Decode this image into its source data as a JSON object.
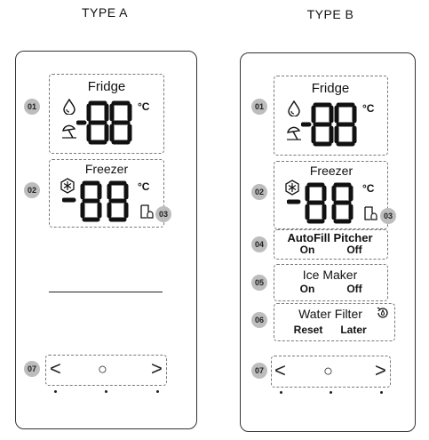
{
  "type_a": {
    "title": "TYPE A",
    "fridge_label": "Fridge",
    "freezer_label": "Freezer",
    "unit": "°C",
    "callouts": [
      "01",
      "02",
      "03",
      "07"
    ]
  },
  "type_b": {
    "title": "TYPE B",
    "fridge_label": "Fridge",
    "freezer_label": "Freezer",
    "unit": "°C",
    "autofill": {
      "title": "AutoFill Pitcher",
      "on": "On",
      "off": "Off"
    },
    "icemaker": {
      "title": "Ice Maker",
      "on": "On",
      "off": "Off"
    },
    "waterfilter": {
      "title": "Water Filter",
      "reset": "Reset",
      "later": "Later"
    },
    "callouts": [
      "01",
      "02",
      "03",
      "04",
      "05",
      "06",
      "07"
    ]
  },
  "nav": {
    "prev": "<",
    "center": "○",
    "next": ">"
  },
  "icons": [
    "water-drop-icon",
    "vacation-umbrella-icon",
    "snowflake-icon",
    "door-alarm-icon",
    "filter-reset-icon"
  ]
}
